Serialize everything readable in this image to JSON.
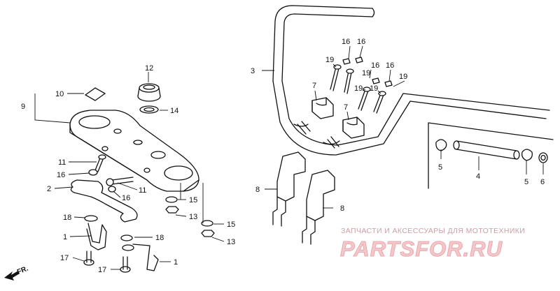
{
  "labels": {
    "l1a": "1",
    "l1b": "1",
    "l2": "2",
    "l3": "3",
    "l4": "4",
    "l5a": "5",
    "l5b": "5",
    "l6": "6",
    "l7a": "7",
    "l7b": "7",
    "l8a": "8",
    "l8b": "8",
    "l9": "9",
    "l10": "10",
    "l11a": "11",
    "l11b": "11",
    "l12": "12",
    "l13a": "13",
    "l13b": "13",
    "l14": "14",
    "l15a": "15",
    "l15b": "15",
    "l16a": "16",
    "l16b": "16",
    "l16c": "16",
    "l16d": "16",
    "l16e": "16",
    "l17a": "17",
    "l17b": "17",
    "l18a": "18",
    "l18b": "18",
    "l19a": "19",
    "l19b": "19",
    "l19c": "19",
    "l19d": "19"
  },
  "direction_label": "FR.",
  "watermark": {
    "caption": "ЗАПЧАСТИ И АКСЕССУАРЫ ДЛЯ МОТОТЕХНИКИ",
    "logo": "PARTSFOR.RU"
  }
}
